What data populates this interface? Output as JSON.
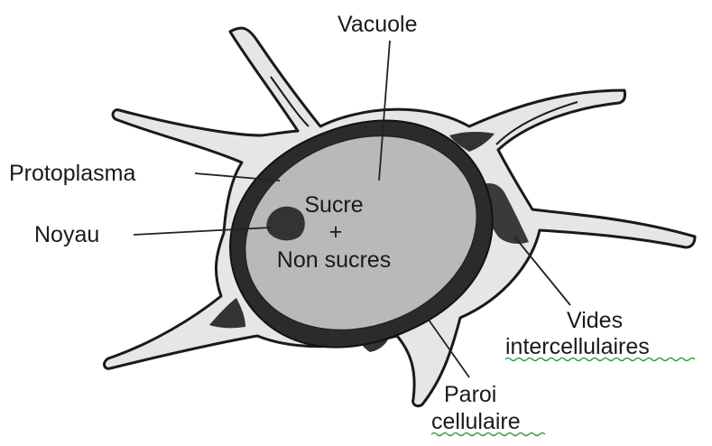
{
  "labels": {
    "vacuole": "Vacuole",
    "protoplasma": "Protoplasma",
    "noyau": "Noyau",
    "sucre": "Sucre",
    "plus": "+",
    "non_sucres": "Non sucres",
    "vides_line1": "Vides",
    "vides_line2": "intercellulaires",
    "paroi_line1": "Paroi",
    "paroi_line2": "cellulaire"
  },
  "colors": {
    "cell_wall": "#e6e6e6",
    "outline": "#1a1a1a",
    "protoplasm": "#2b2b2b",
    "vacuole": "#b9b9b9",
    "nucleus": "#333333",
    "spelling_underline": "#3a9a3a"
  }
}
